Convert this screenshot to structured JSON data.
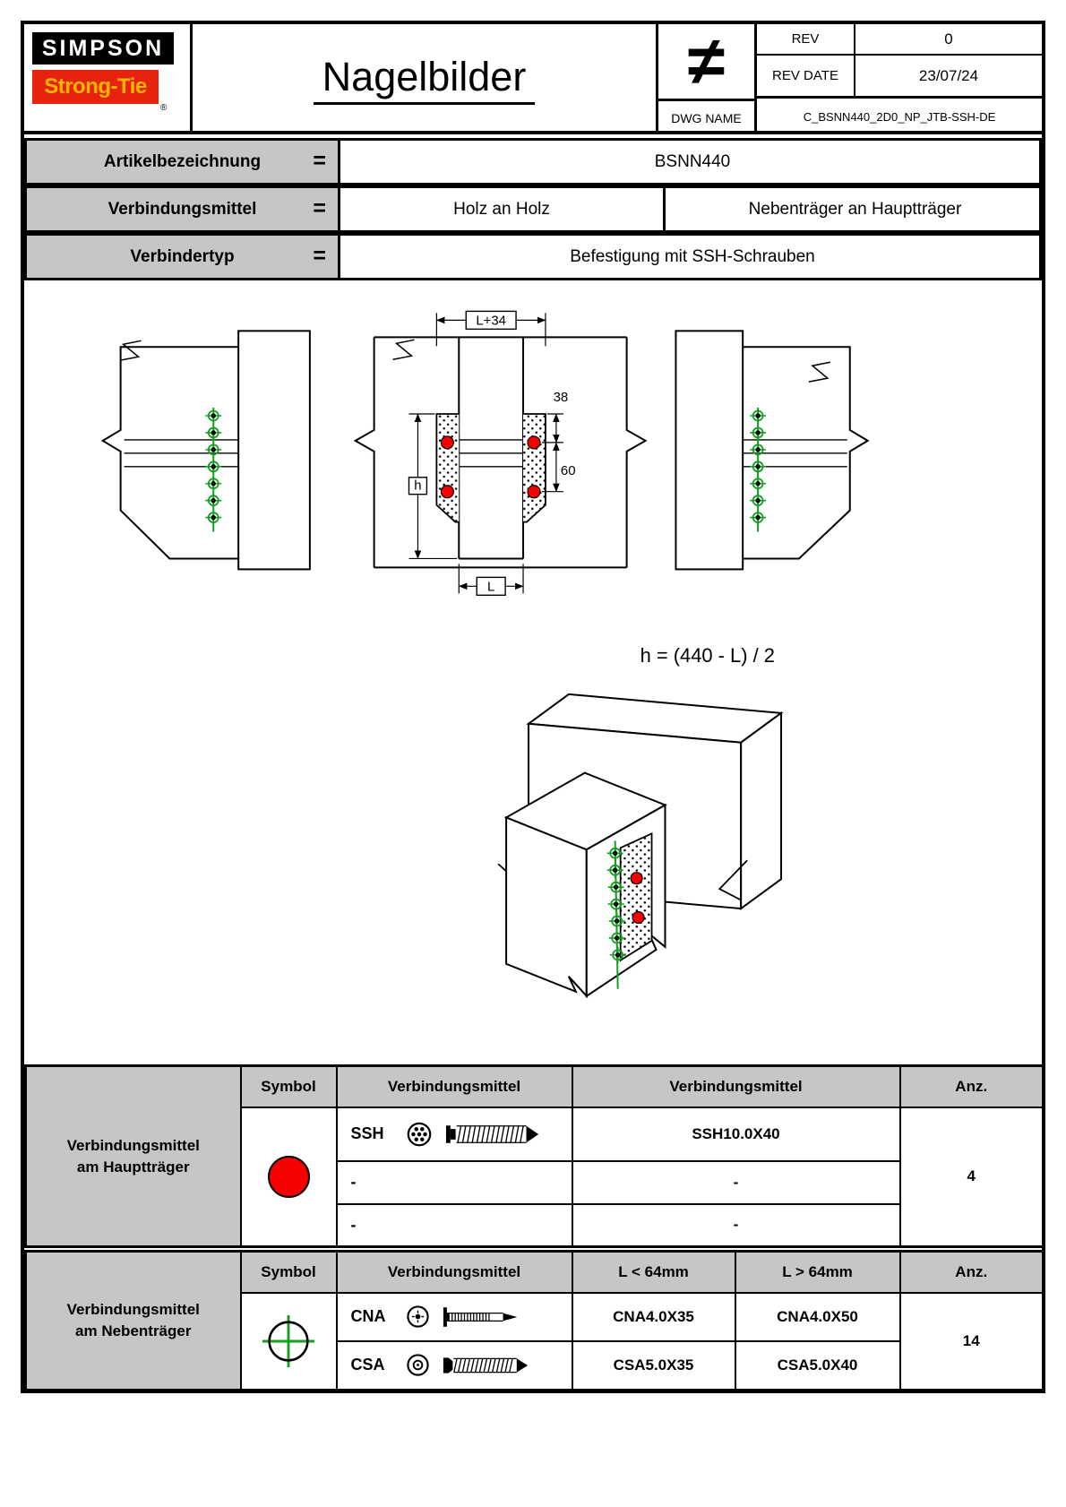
{
  "colors": {
    "red": "#f60000",
    "green": "#12a01f",
    "cell_gray": "#c6c6c6",
    "logo_red": "#e8230d",
    "logo_yellow": "#ffb400"
  },
  "header": {
    "logo_top": "SIMPSON",
    "logo_bottom": "Strong-Tie",
    "logo_reg": "®",
    "title": "Nagelbilder",
    "projection_symbol": "≠",
    "rev_label": "REV",
    "rev_value": "0",
    "rev_date_label": "REV DATE",
    "rev_date_value": "23/07/24",
    "dwg_label": "DWG NAME",
    "dwg_value": "C_BSNN440_2D0_NP_JTB-SSH-DE"
  },
  "info_rows": [
    {
      "label": "Artikelbezeichnung",
      "eq": "=",
      "value": "BSNN440"
    },
    {
      "label": "Verbindungsmittel",
      "eq": "=",
      "value_left": "Holz an Holz",
      "value_right": "Nebenträger an Hauptträger"
    },
    {
      "label": "Verbindertyp",
      "eq": "=",
      "value": "Befestigung mit SSH-Schrauben"
    }
  ],
  "drawing": {
    "dims": {
      "top": "L+34",
      "d38": "38",
      "d60": "60",
      "h": "h",
      "L": "L"
    },
    "formula": "h = (440 - L) / 2"
  },
  "haupt_table": {
    "group_label_line1": "Verbindungsmittel",
    "group_label_line2": "am Hauptträger",
    "col_symbol": "Symbol",
    "col_fastener": "Verbindungsmittel",
    "col_value": "Verbindungsmittel",
    "col_count": "Anz.",
    "rows": [
      {
        "code": "SSH",
        "value": "SSH10.0X40"
      },
      {
        "code": "-",
        "value": "-"
      },
      {
        "code": "-",
        "value": "-"
      }
    ],
    "count": "4"
  },
  "neben_table": {
    "group_label_line1": "Verbindungsmittel",
    "group_label_line2": "am Nebenträger",
    "col_symbol": "Symbol",
    "col_fastener": "Verbindungsmittel",
    "col_lt": "L < 64mm",
    "col_gt": "L > 64mm",
    "col_count": "Anz.",
    "rows": [
      {
        "code": "CNA",
        "v_short": "CNA4.0X35",
        "v_long": "CNA4.0X50"
      },
      {
        "code": "CSA",
        "v_short": "CSA5.0X35",
        "v_long": "CSA5.0X40"
      }
    ],
    "count": "14"
  }
}
